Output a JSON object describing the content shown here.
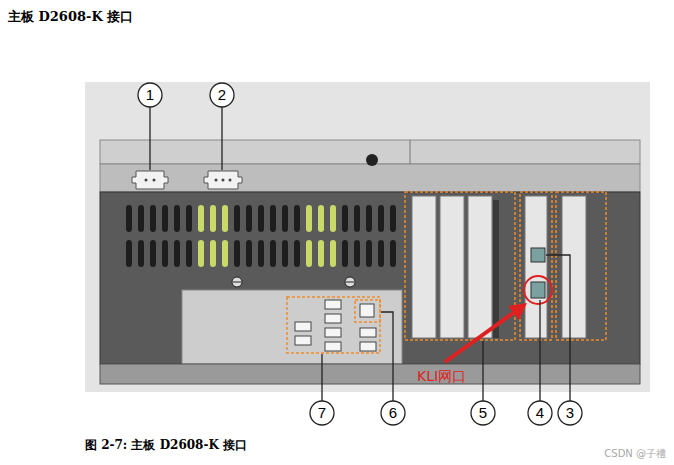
{
  "diagram": {
    "title": "主板 D2608-K 接口",
    "caption": "图 2-7: 主板 D2608-K 接口",
    "labels": [
      "1",
      "2",
      "KLI网口",
      "7",
      "6",
      "5",
      "4",
      "3",
      "CSDN @子禮"
    ]
  }
}
